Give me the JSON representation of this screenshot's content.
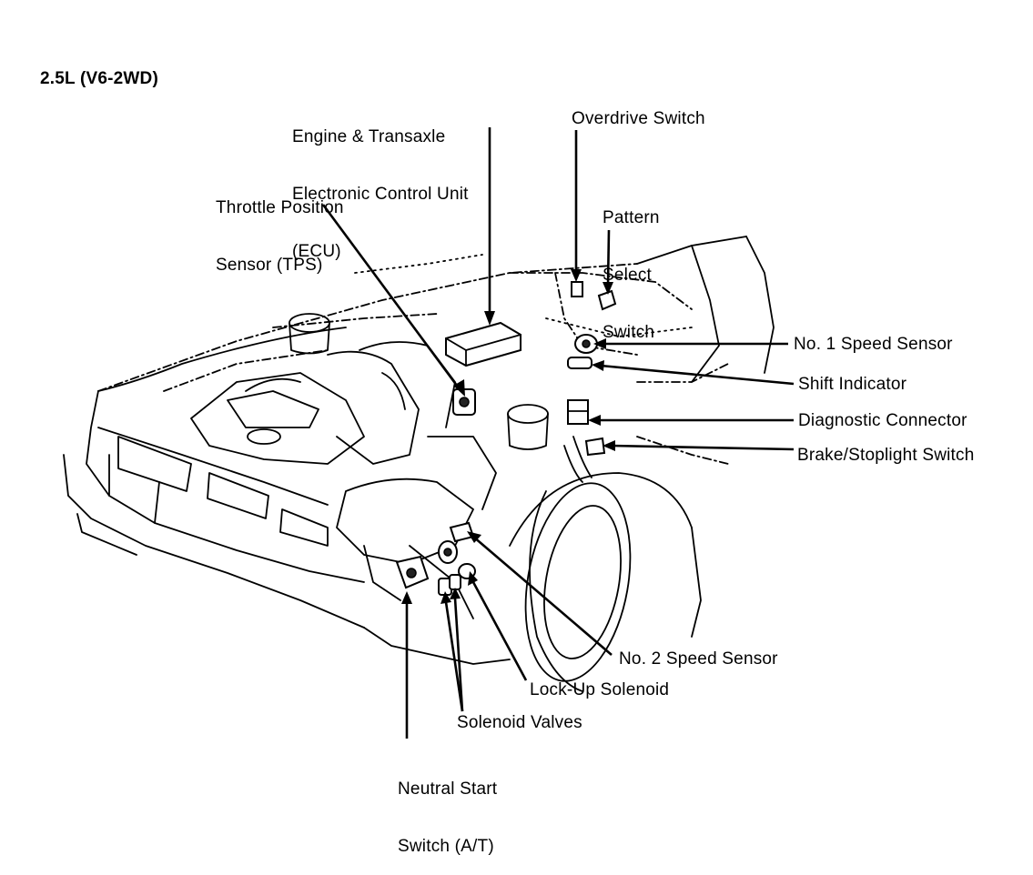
{
  "title": "2.5L (V6-2WD)",
  "labels": {
    "ecu": [
      "Engine & Transaxle",
      "Electronic Control Unit",
      "(ECU)"
    ],
    "tps": [
      "Throttle Position",
      "Sensor (TPS)"
    ],
    "overdrive": "Overdrive Switch",
    "pattern": [
      "Pattern",
      "Select",
      "Switch"
    ],
    "speed1": "No. 1 Speed Sensor",
    "shift": "Shift Indicator",
    "diag": "Diagnostic Connector",
    "brake": "Brake/Stoplight Switch",
    "speed2": "No. 2 Speed Sensor",
    "lockup": "Lock-Up Solenoid",
    "solenoid": "Solenoid Valves",
    "neutral": [
      "Neutral Start",
      "Switch (A/T)"
    ]
  },
  "colors": {
    "ink": "#000000",
    "paper": "#ffffff"
  }
}
